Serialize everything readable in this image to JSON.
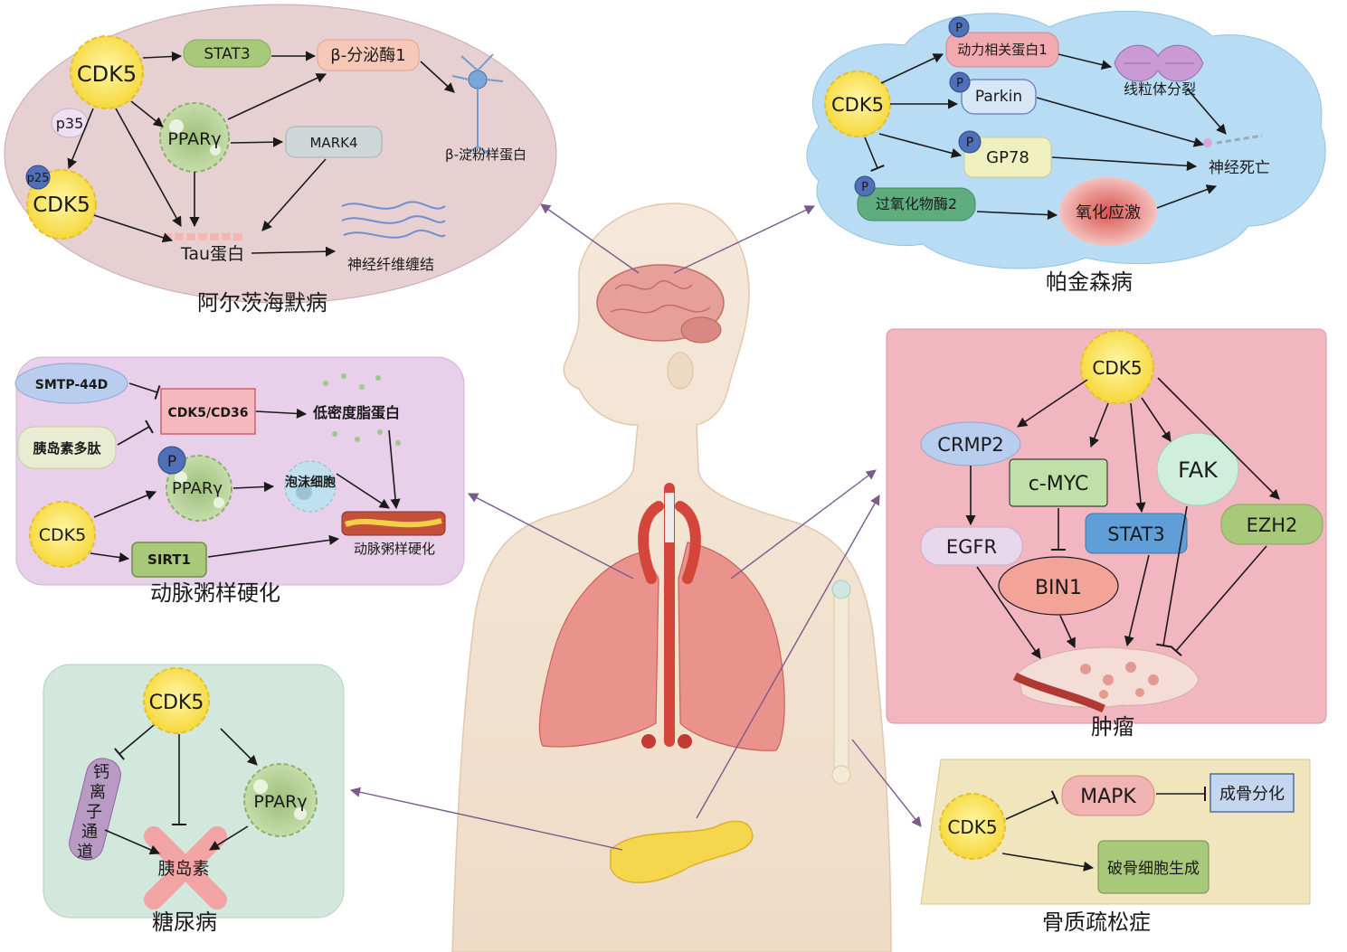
{
  "colors": {
    "alzheimer_bg": "#e7d0d2",
    "parkinson_bg": "#b8dcf3",
    "athero_bg": "#e8cfea",
    "tumor_bg": "#f2b6c1",
    "diabetes_bg": "#d3e8dd",
    "osteo_bg": "#f0e5bd",
    "cdk5_yellow": "#fbe35c",
    "stat3_green": "#a9c97a",
    "beta_pink": "#f7c7b8",
    "mark4_grey": "#cfd6d9",
    "p_badge_blue": "#4f6fb6",
    "body_skin": "#f4e6d7",
    "arrow_purple": "#7b5a8c"
  },
  "icons": [
    "cdk5-blob-icon",
    "pparg-cell-icon",
    "neuron-icon",
    "neurofibril-tangle-icon",
    "mitochondria-icon",
    "neuron-death-icon",
    "oxidative-stress-icon",
    "ldl-particles-icon",
    "foam-cell-icon",
    "artery-plaque-icon",
    "tumor-tissue-icon",
    "calcium-channel-icon",
    "insulin-icon",
    "brain-icon",
    "lungs-icon",
    "bone-icon",
    "pancreas-icon"
  ],
  "alzheimer": {
    "title": "阿尔茨海默病",
    "cdk5": "CDK5",
    "stat3": "STAT3",
    "bace1": "β-分泌酶1",
    "p35": "p35",
    "p25": "p25",
    "cdk5_p25": "CDK5",
    "pparg": "PPARγ",
    "mark4": "MARK4",
    "amyloid": "β-淀粉样蛋白",
    "tau": "Tau蛋白",
    "tangle": "神经纤维缠结"
  },
  "parkinson": {
    "title": "帕金森病",
    "cdk5": "CDK5",
    "drp1": "动力相关蛋白1",
    "parkin": "Parkin",
    "gp78": "GP78",
    "prx2": "过氧化物酶2",
    "mito_fission": "线粒体分裂",
    "neuron_death": "神经死亡",
    "oxidative_stress": "氧化应激",
    "p": "P"
  },
  "athero": {
    "title": "动脉粥样硬化",
    "smtp": "SMTP-44D",
    "cdk5_cd36": "CDK5/CD36",
    "ldl": "低密度脂蛋白",
    "amylin": "胰岛素多肽",
    "p": "P",
    "pparg": "PPARγ",
    "foam_cell": "泡沫细胞",
    "cdk5": "CDK5",
    "sirt1": "SIRT1",
    "atherosclerosis": "动脉粥样硬化"
  },
  "tumor": {
    "title": "肿瘤",
    "cdk5": "CDK5",
    "crmp2": "CRMP2",
    "cmyc": "c-MYC",
    "fak": "FAK",
    "egfr": "EGFR",
    "stat3": "STAT3",
    "ezh2": "EZH2",
    "bin1": "BIN1"
  },
  "diabetes": {
    "title": "糖尿病",
    "cdk5": "CDK5",
    "pparg": "PPARγ",
    "channel_chars": [
      "钙",
      "离",
      "子",
      "通",
      "道"
    ],
    "insulin": "胰岛素"
  },
  "osteo": {
    "title": "骨质疏松症",
    "cdk5": "CDK5",
    "mapk": "MAPK",
    "osteoblast": "成骨分化",
    "osteoclast": "破骨细胞生成"
  }
}
